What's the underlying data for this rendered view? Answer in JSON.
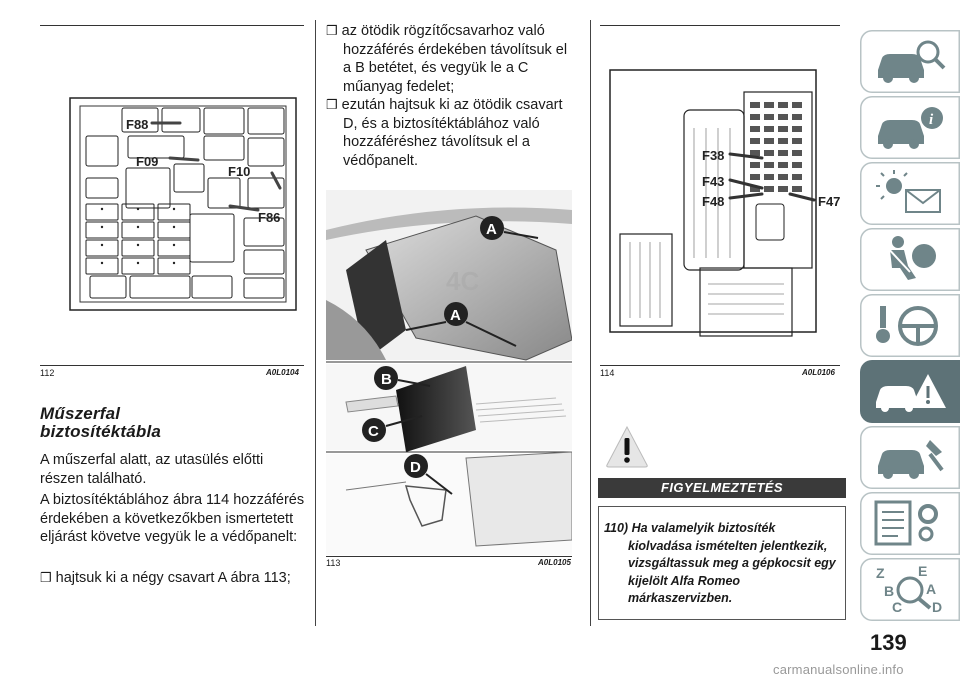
{
  "figures": {
    "fig112": {
      "number": "112",
      "code": "A0L0104",
      "labels": [
        "F88",
        "F09",
        "F10",
        "F86"
      ]
    },
    "fig113": {
      "number": "113",
      "code": "A0L0105",
      "labels": [
        "A",
        "A",
        "B",
        "C",
        "D"
      ]
    },
    "fig114": {
      "number": "114",
      "code": "A0L0106",
      "labels": [
        "F38",
        "F43",
        "F48",
        "F47"
      ]
    }
  },
  "section": {
    "heading_line1": "Műszerfal",
    "heading_line2": "biztosítéktábla",
    "para1": "A műszerfal alatt, az utasülés előtti részen található.",
    "para2": "A biztosítéktáblához ábra 114 hozzáférés érdekében a következőkben ismertetett eljárást követve vegyük le a védőpanelt:",
    "bullet1": "hajtsuk ki a négy csavart A ábra 113;",
    "bullet2": "az ötödik rögzítőcsavarhoz való hozzáférés érdekében távolítsuk el a B betétet, és vegyük le a C műanyag fedelet;",
    "bullet3": "ezután hajtsuk ki az ötödik csavart D, és a biztosítéktáblához való hozzáféréshez távolítsuk el a védőpanelt."
  },
  "warning": {
    "title": "FIGYELMEZTETÉS",
    "text": "110) Ha valamelyik biztosíték kiolvadása ismételten jelentkezik, vizsgáltassuk meg a gépkocsit egy kijelölt Alfa Romeo márkaszervizben."
  },
  "page_number": "139",
  "watermark": "carmanualsonline.info",
  "tabs": [
    {
      "name": "tab-car-search-icon"
    },
    {
      "name": "tab-car-info-icon"
    },
    {
      "name": "tab-lights-mail-icon"
    },
    {
      "name": "tab-airbag-icon"
    },
    {
      "name": "tab-key-steering-icon"
    },
    {
      "name": "tab-car-warning-icon",
      "active": true
    },
    {
      "name": "tab-car-service-icon"
    },
    {
      "name": "tab-settings-list-icon"
    },
    {
      "name": "tab-alphabet-index-icon"
    }
  ],
  "colors": {
    "tab_active": "#5d7277",
    "tab_outline": "#b8c3c5",
    "warn_bar": "#3a3a3a",
    "tab_icon": "#6f8589"
  }
}
